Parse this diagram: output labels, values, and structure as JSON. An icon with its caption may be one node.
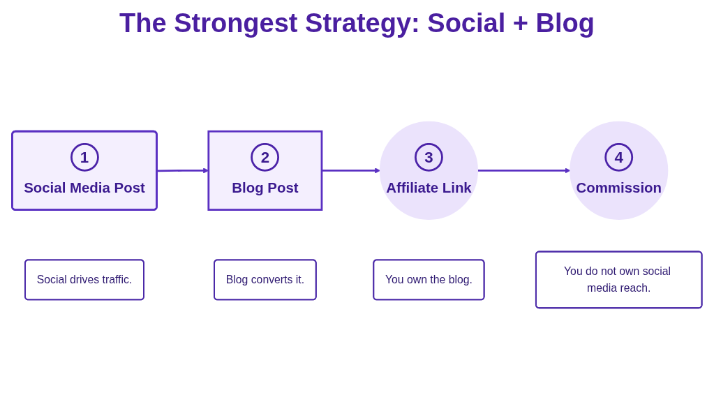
{
  "diagram": {
    "title": "The Strongest Strategy: Social + Blog",
    "nodes": [
      {
        "text": [
          "1",
          "Social Media Post"
        ]
      },
      {
        "text": [
          "2",
          "Blog Post"
        ]
      },
      {
        "text": [
          "3",
          "Affiliate Link"
        ]
      },
      {
        "text": [
          "4",
          "Commission"
        ]
      },
      {
        "text": [
          "Social drives traffic."
        ]
      },
      {
        "text": [
          "Blog converts it."
        ]
      },
      {
        "text": [
          "You own the blog."
        ]
      },
      {
        "text": [
          "You do not own social media reach."
        ]
      }
    ],
    "edges": [
      {
        "from": 0,
        "to": 1,
        "arrow": "to"
      },
      {
        "from": 1,
        "to": 2,
        "arrow": "to"
      },
      {
        "from": 2,
        "to": 3,
        "arrow": "to"
      }
    ]
  }
}
